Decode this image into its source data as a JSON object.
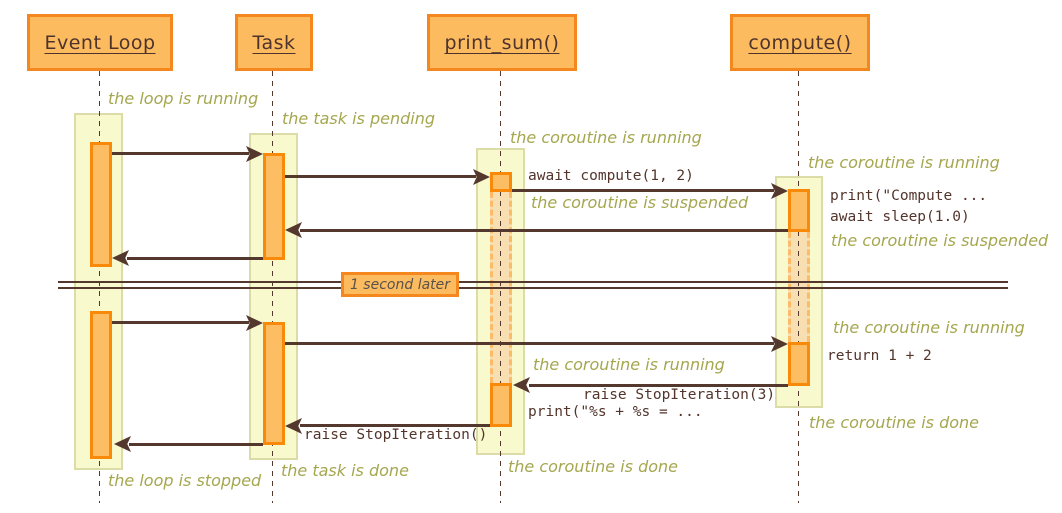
{
  "actors": {
    "event_loop": "Event Loop",
    "task": "Task",
    "print_sum": "print_sum()",
    "compute": "compute()"
  },
  "divider": {
    "label": "1 second later"
  },
  "notes": {
    "loop_running": "the loop is running",
    "task_pending": "the task is pending",
    "ps_running_1": "the coroutine is running",
    "c_running_1": "the coroutine is running",
    "ps_suspended": "the coroutine is suspended",
    "c_suspended": "the coroutine is suspended",
    "c_running_2": "the coroutine is running",
    "ps_running_2": "the coroutine is running",
    "c_done": "the coroutine is done",
    "ps_done": "the coroutine is done",
    "task_done": "the task is done",
    "loop_stopped": "the loop is stopped"
  },
  "messages": {
    "await_compute": "await compute(1, 2)",
    "print_compute": "print(\"Compute ...",
    "await_sleep": "await sleep(1.0)",
    "return_sum": "return 1 + 2",
    "raise_stop_3": "raise StopIteration(3)",
    "print_result": "print(\"%s + %s = ...",
    "raise_stop": "raise StopIteration()"
  },
  "colors": {
    "background": "#FFFFFF",
    "header_fill": "#FDBB60",
    "header_border": "#F5871F",
    "bar_fill": "#FDBD62",
    "bar_border": "#F98908",
    "lane_fill": "#F9F9CE",
    "lane_border": "#DCDCA8",
    "suspend_fill": "#F7DFB2",
    "suspend_border": "#FDBB69",
    "arrow": "#54382E",
    "note_text": "#A5A74F",
    "msg_text": "#53352C",
    "actor_text": "#4D332C",
    "divider_text": "#57524A"
  }
}
